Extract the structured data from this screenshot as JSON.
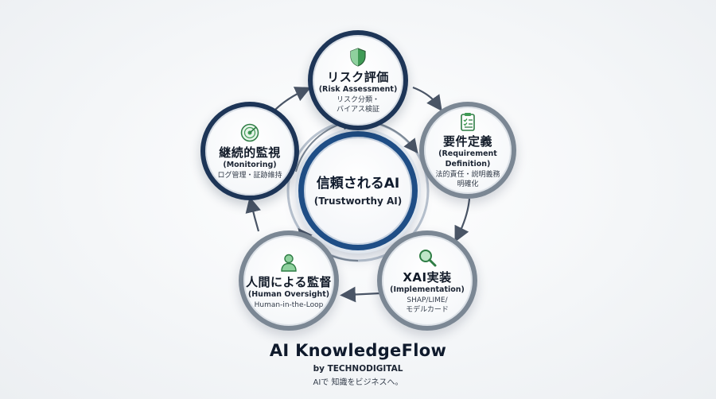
{
  "center": {
    "title_jp": "信頼されるAI",
    "title_en": "(Trustworthy AI)"
  },
  "nodes": [
    {
      "title_jp": "リスク評価",
      "title_en": "(Risk Assessment)",
      "desc": "リスク分類・\nバイアス検証",
      "icon": "shield-icon"
    },
    {
      "title_jp": "要件定義",
      "title_en": "(Requirement Definition)",
      "desc": "法的責任・説明義務\n明確化",
      "icon": "clipboard-checklist-icon"
    },
    {
      "title_jp": "XAI実装",
      "title_en": "(Implementation)",
      "desc": "SHAP/LIME/\nモデルカード",
      "icon": "magnifier-icon"
    },
    {
      "title_jp": "人間による監督",
      "title_en": "(Human Oversight)",
      "desc": "Human-in-the-Loop",
      "icon": "person-icon"
    },
    {
      "title_jp": "継続的監視",
      "title_en": "(Monitoring)",
      "desc": "ログ管理・証跡維持",
      "icon": "radar-icon"
    }
  ],
  "footer": {
    "brand": "AI KnowledgeFlow",
    "byline": "by TECHNODIGITAL",
    "tagline": "AIで 知識をビジネスへ。"
  },
  "colors": {
    "navy": "#1d3557",
    "center_blue": "#1f4e86",
    "gray": "#7b8794",
    "arrow": "#4a5566",
    "icon_green": "#3f9a55"
  }
}
